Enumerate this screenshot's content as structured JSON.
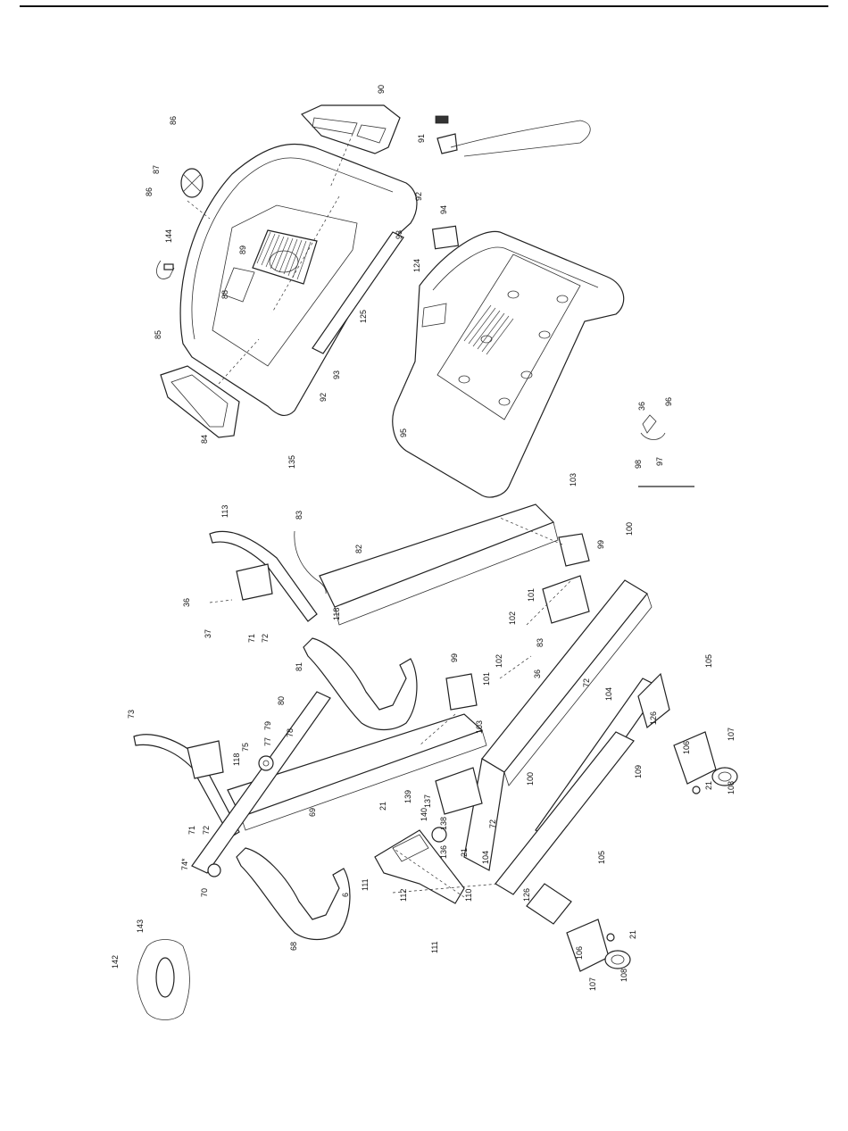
{
  "callouts": [
    {
      "id": "c84",
      "text": "84"
    },
    {
      "id": "c85",
      "text": "85"
    },
    {
      "id": "c86a",
      "text": "86"
    },
    {
      "id": "c86b",
      "text": "86"
    },
    {
      "id": "c87",
      "text": "87"
    },
    {
      "id": "c88",
      "text": "88"
    },
    {
      "id": "c89",
      "text": "89"
    },
    {
      "id": "c90",
      "text": "90"
    },
    {
      "id": "c91",
      "text": "91"
    },
    {
      "id": "c92a",
      "text": "92"
    },
    {
      "id": "c92b",
      "text": "92"
    },
    {
      "id": "c93a",
      "text": "93"
    },
    {
      "id": "c93b",
      "text": "93"
    },
    {
      "id": "c94",
      "text": "94"
    },
    {
      "id": "c95",
      "text": "95"
    },
    {
      "id": "c124",
      "text": "124"
    },
    {
      "id": "c125",
      "text": "125"
    },
    {
      "id": "c144",
      "text": "144"
    },
    {
      "id": "c135",
      "text": "135"
    },
    {
      "id": "c96",
      "text": "96"
    },
    {
      "id": "c97",
      "text": "97"
    },
    {
      "id": "c98",
      "text": "98"
    },
    {
      "id": "c36a",
      "text": "36"
    },
    {
      "id": "c36b",
      "text": "36"
    },
    {
      "id": "c36c",
      "text": "36"
    },
    {
      "id": "c37",
      "text": "37"
    },
    {
      "id": "c113",
      "text": "113"
    },
    {
      "id": "c83a",
      "text": "83"
    },
    {
      "id": "c83b",
      "text": "83"
    },
    {
      "id": "c82",
      "text": "82"
    },
    {
      "id": "c118a",
      "text": "118"
    },
    {
      "id": "c118b",
      "text": "118"
    },
    {
      "id": "c71a",
      "text": "71"
    },
    {
      "id": "c71b",
      "text": "71"
    },
    {
      "id": "c72a",
      "text": "72"
    },
    {
      "id": "c72b",
      "text": "72"
    },
    {
      "id": "c72c",
      "text": "72"
    },
    {
      "id": "c72d",
      "text": "72"
    },
    {
      "id": "c81",
      "text": "81"
    },
    {
      "id": "c99a",
      "text": "99"
    },
    {
      "id": "c99b",
      "text": "99"
    },
    {
      "id": "c100a",
      "text": "100"
    },
    {
      "id": "c100b",
      "text": "100"
    },
    {
      "id": "c101a",
      "text": "101"
    },
    {
      "id": "c101b",
      "text": "101"
    },
    {
      "id": "c102a",
      "text": "102"
    },
    {
      "id": "c102b",
      "text": "102"
    },
    {
      "id": "c103a",
      "text": "103"
    },
    {
      "id": "c103b",
      "text": "103"
    },
    {
      "id": "c104a",
      "text": "104"
    },
    {
      "id": "c104b",
      "text": "104"
    },
    {
      "id": "c105a",
      "text": "105"
    },
    {
      "id": "c105b",
      "text": "105"
    },
    {
      "id": "c106a",
      "text": "106"
    },
    {
      "id": "c106b",
      "text": "106"
    },
    {
      "id": "c107a",
      "text": "107"
    },
    {
      "id": "c107b",
      "text": "107"
    },
    {
      "id": "c108a",
      "text": "108"
    },
    {
      "id": "c108b",
      "text": "108"
    },
    {
      "id": "c109",
      "text": "109"
    },
    {
      "id": "c126a",
      "text": "126"
    },
    {
      "id": "c126b",
      "text": "126"
    },
    {
      "id": "c21a",
      "text": "21"
    },
    {
      "id": "c21b",
      "text": "21"
    },
    {
      "id": "c21c",
      "text": "21"
    },
    {
      "id": "c21d",
      "text": "21"
    },
    {
      "id": "c73",
      "text": "73"
    },
    {
      "id": "c80",
      "text": "80"
    },
    {
      "id": "c79",
      "text": "79"
    },
    {
      "id": "c78",
      "text": "78"
    },
    {
      "id": "c77",
      "text": "77"
    },
    {
      "id": "c75",
      "text": "75"
    },
    {
      "id": "c69",
      "text": "69"
    },
    {
      "id": "c74",
      "text": "74*"
    },
    {
      "id": "c70",
      "text": "70"
    },
    {
      "id": "c68",
      "text": "68"
    },
    {
      "id": "c139",
      "text": "139"
    },
    {
      "id": "c137",
      "text": "137"
    },
    {
      "id": "c140",
      "text": "140"
    },
    {
      "id": "c138",
      "text": "138"
    },
    {
      "id": "c136",
      "text": "136"
    },
    {
      "id": "c111a",
      "text": "111"
    },
    {
      "id": "c111b",
      "text": "111"
    },
    {
      "id": "c112",
      "text": "112"
    },
    {
      "id": "c110",
      "text": "110"
    },
    {
      "id": "c142",
      "text": "142"
    },
    {
      "id": "c143",
      "text": "143"
    },
    {
      "id": "c6",
      "text": "6"
    }
  ]
}
